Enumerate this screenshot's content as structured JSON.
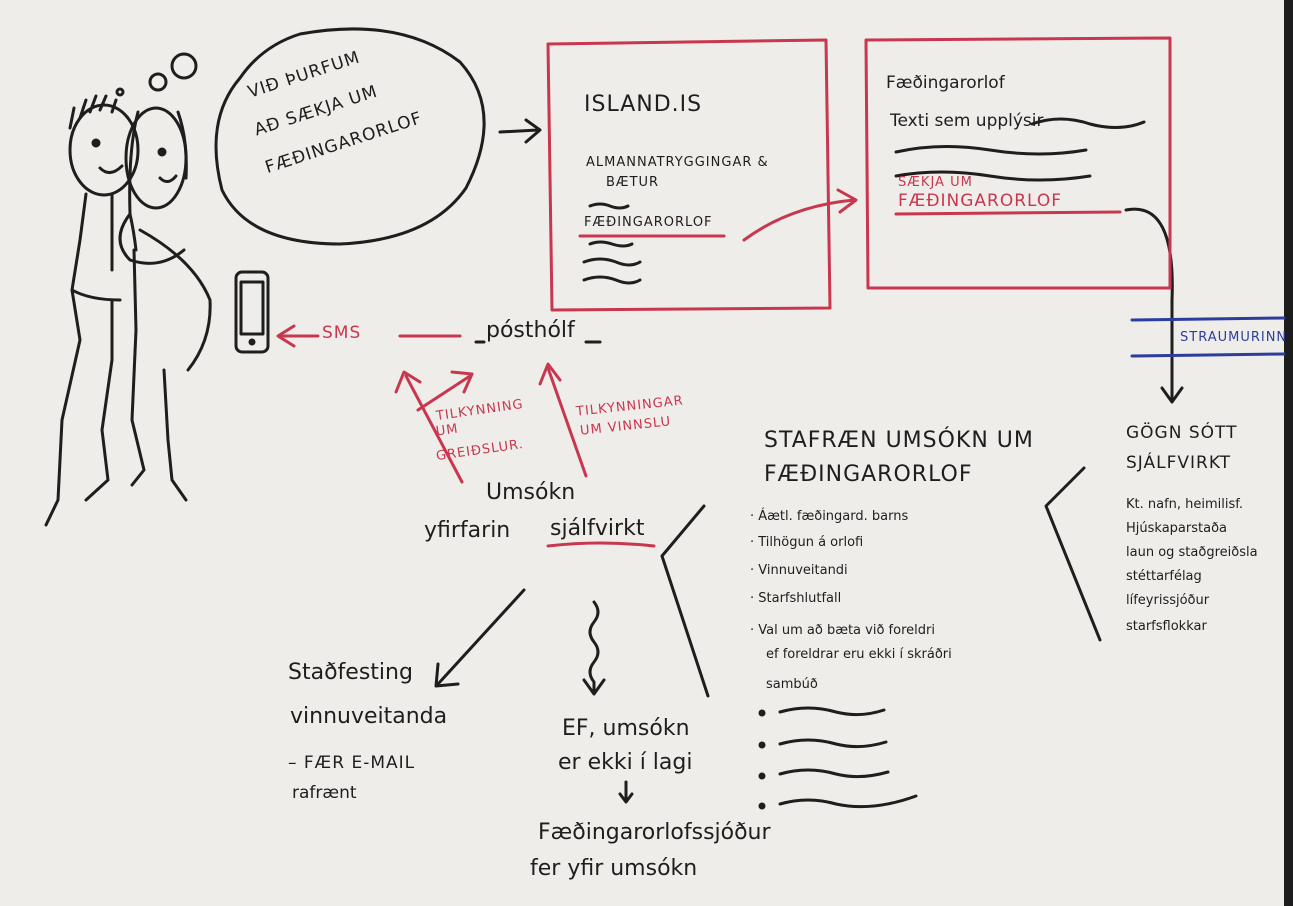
{
  "thought_bubble": [
    "VIÐ ÞURFUM",
    "AÐ SÆKJA UM",
    "FÆÐINGARORLOF"
  ],
  "island_box": {
    "title": "ISLAND.IS",
    "category": [
      "ALMANNATRYGGINGAR &",
      "BÆTUR"
    ],
    "link": "FÆÐINGARORLOF"
  },
  "info_box": {
    "title": "Fæðingarorlof",
    "text": "Texti sem upplýsir",
    "apply_link": [
      "SÆKJA UM",
      "FÆÐINGARORLOF"
    ]
  },
  "stradmorinn": "STRAUMURINN",
  "sms": "SMS",
  "posthold": "pósthólf",
  "notifications": {
    "left": [
      "TILKYNNING",
      "UM",
      "GREIÐSLUR."
    ],
    "right": [
      "TILKYNNINGAR",
      "UM VINNSLU"
    ]
  },
  "review": {
    "line1": "Umsókn",
    "line2a": "yfirfarin",
    "line2b": "sjálfvirkt"
  },
  "digital_app": {
    "title": [
      "STAFRÆN UMSÓKN UM",
      "FÆÐINGARORLOF"
    ],
    "items": [
      "Áætl. fæðingard. barns",
      "Tilhögun á orlofi",
      "Vinnuveitandi",
      "Starfshlutfall",
      "Val um að bæta við foreldri",
      "ef foreldrar eru ekki í skráðri",
      "sambúð"
    ]
  },
  "data_fetch": {
    "title": [
      "GÖGN SÓTT",
      "SJÁLFVIRKT"
    ],
    "items": [
      "Kt. nafn, heimilisf.",
      "Hjúskaparstaða",
      "laun og staðgreiðsla",
      "stéttarfélag",
      "lífeyrissjóður",
      "starfsflokkar"
    ]
  },
  "employer": [
    "Staðfesting",
    "vinnuveitanda",
    "– FÆR E-MAIL",
    "rafrænt"
  ],
  "ef_ok": [
    "EF, umsókn",
    "er ekki í lagi"
  ],
  "fund": [
    "Fæðingarorlofssjóður",
    "fer yfir umsókn"
  ],
  "colors": {
    "ink": "#1e1e1e",
    "red": "#c8374e",
    "blue": "#2d3d9c",
    "board": "#efedea"
  },
  "icons": [
    "couple-figure",
    "thought-bubble",
    "mobile-phone-icon",
    "arrow"
  ]
}
